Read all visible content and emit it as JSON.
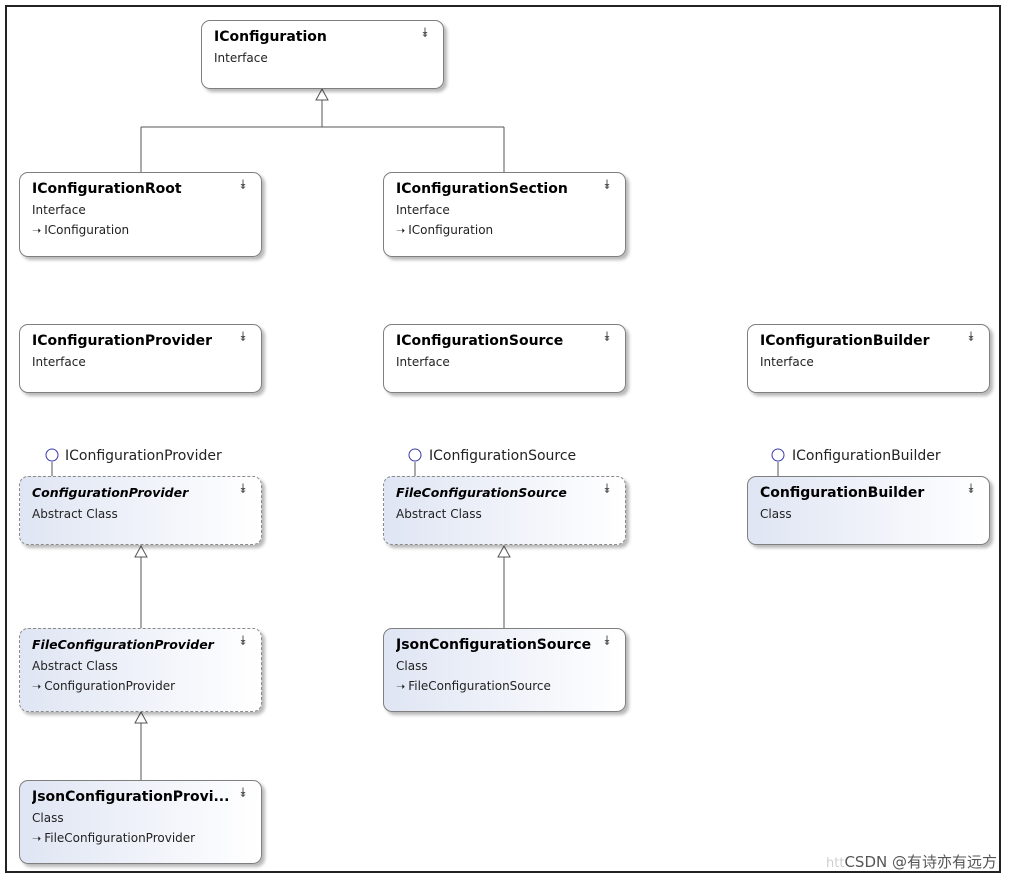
{
  "nodes": [
    {
      "id": "n-iconfiguration",
      "name": "IConfiguration",
      "kind": "Interface",
      "base": "",
      "style": "interface"
    },
    {
      "id": "n-iconfigurationroot",
      "name": "IConfigurationRoot",
      "kind": "Interface",
      "base": "IConfiguration",
      "style": "interface"
    },
    {
      "id": "n-iconfigurationsection",
      "name": "IConfigurationSection",
      "kind": "Interface",
      "base": "IConfiguration",
      "style": "interface"
    },
    {
      "id": "n-iconfigurationprovider",
      "name": "IConfigurationProvider",
      "kind": "Interface",
      "base": "",
      "style": "interface"
    },
    {
      "id": "n-iconfigurationsource",
      "name": "IConfigurationSource",
      "kind": "Interface",
      "base": "",
      "style": "interface"
    },
    {
      "id": "n-iconfigurationbuilder",
      "name": "IConfigurationBuilder",
      "kind": "Interface",
      "base": "",
      "style": "interface"
    },
    {
      "id": "n-configurationprovider",
      "name": "ConfigurationProvider",
      "kind": "Abstract Class",
      "base": "",
      "style": "abstract"
    },
    {
      "id": "n-fileconfigurationsource",
      "name": "FileConfigurationSource",
      "kind": "Abstract Class",
      "base": "",
      "style": "abstract"
    },
    {
      "id": "n-configurationbuilder",
      "name": "ConfigurationBuilder",
      "kind": "Class",
      "base": "",
      "style": "cls"
    },
    {
      "id": "n-fileconfigurationprovider",
      "name": "FileConfigurationProvider",
      "kind": "Abstract Class",
      "base": "ConfigurationProvider",
      "style": "abstract"
    },
    {
      "id": "n-jsonconfigurationsource",
      "name": "JsonConfigurationSource",
      "kind": "Class",
      "base": "FileConfigurationSource",
      "style": "cls"
    },
    {
      "id": "n-jsonconfigurationprovider",
      "name": "JsonConfigurationProvi...",
      "kind": "Class",
      "base": "FileConfigurationProvider",
      "style": "cls"
    }
  ],
  "lollipops": [
    {
      "id": "l-provider",
      "label": "IConfigurationProvider"
    },
    {
      "id": "l-source",
      "label": "IConfigurationSource"
    },
    {
      "id": "l-builder",
      "label": "IConfigurationBuilder"
    }
  ],
  "icons": {
    "collapse": "double-chevron-down-icon",
    "inherits_arrow": "arrow-right-icon",
    "interface_lollipop": "lollipop-icon"
  },
  "colors": {
    "interface_fill": "#eef3e6",
    "class_fill": "#dfe5f3",
    "border": "#7f7f7f"
  },
  "watermark": {
    "faint": "htt",
    "text": "CSDN @有诗亦有远方"
  }
}
